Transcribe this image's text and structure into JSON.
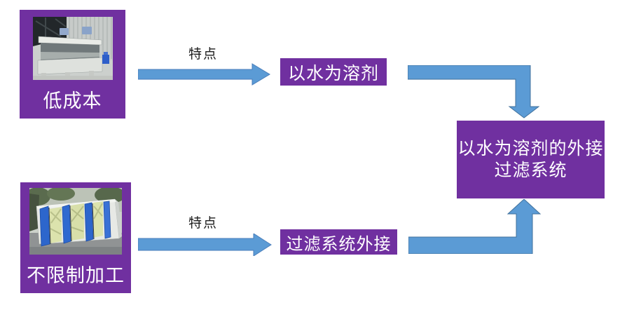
{
  "diagram": {
    "colors": {
      "node_fill": "#7030A0",
      "node_text": "#ffffff",
      "arrow_fill": "#5B9BD5",
      "arrow_border": "#41719C",
      "label_text": "#1c1c1c",
      "background": "#ffffff"
    },
    "nodes": {
      "low_cost": {
        "label": "低成本",
        "photo": "spray-booth-photo"
      },
      "water_solvent": {
        "label": "以水为溶剂"
      },
      "main_system": {
        "line1": "以水为溶剂的外接",
        "line2": "过滤系统"
      },
      "no_limit": {
        "label": "不限制加工",
        "photo": "filter-unit-photo"
      },
      "filter_external": {
        "label": "过滤系统外接"
      }
    },
    "arrows": {
      "top": {
        "label": "特点"
      },
      "bottom": {
        "label": "特点"
      }
    }
  }
}
